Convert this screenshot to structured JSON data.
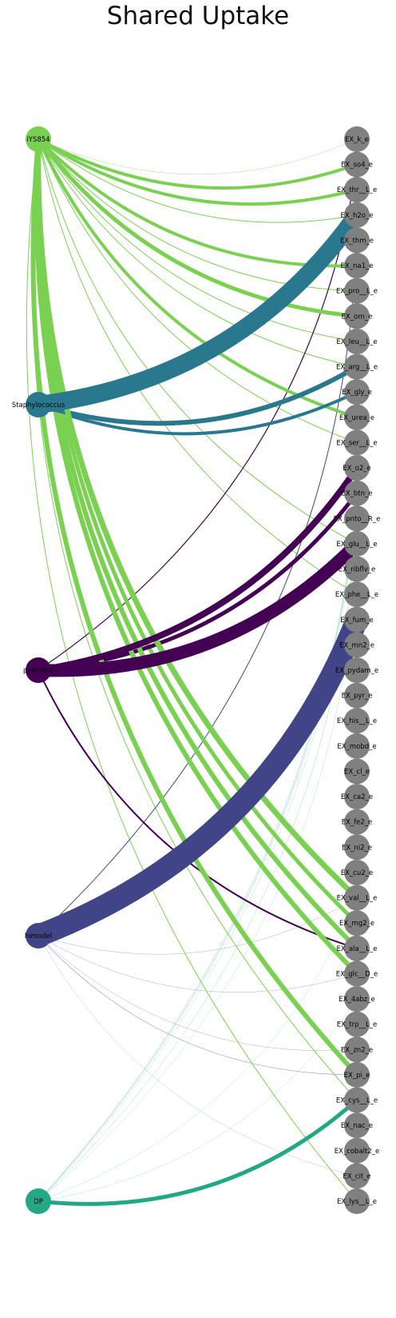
{
  "title": "Shared Uptake",
  "sources": [
    {
      "id": "iYS854",
      "label": "iYS854",
      "color": "#7ad151"
    },
    {
      "id": "Staphylococcus",
      "label": "Staphylococcus",
      "color": "#2a788e"
    },
    {
      "id": "Pyruvate",
      "label": "pyruvate",
      "color": "#440154"
    },
    {
      "id": "himodel",
      "label": "himodel",
      "color": "#414487"
    },
    {
      "id": "DP",
      "label": "DP",
      "color": "#22a884"
    }
  ],
  "targets": [
    "EX_k_e",
    "EX_so4_e",
    "EX_thr__L_e",
    "EX_h2o_e",
    "EX_thm_e",
    "EX_na1_e",
    "EX_pro__L_e",
    "EX_orn_e",
    "EX_leu__L_e",
    "EX_arg__L_e",
    "EX_gly_e",
    "EX_urea_e",
    "EX_ser__L_e",
    "EX_o2_e",
    "EX_btn_e",
    "EX_pnto__R_e",
    "EX_glu__L_e",
    "EX_ribflv_e",
    "EX_phe__L_e",
    "EX_fum_e",
    "EX_mn2_e",
    "EX_pydam_e",
    "EX_pyr_e",
    "EX_his__L_e",
    "EX_mobd_e",
    "EX_cl_e",
    "EX_ca2_e",
    "EX_fe2_e",
    "EX_ni2_e",
    "EX_cu2_e",
    "EX_val__L_e",
    "EX_mg2_e",
    "EX_ala__L_e",
    "EX_glc__D_e",
    "EX_4abz_e",
    "EX_trp__L_e",
    "EX_zn2_e",
    "EX_pi_e",
    "EX_cys__L_e",
    "EX_nac_e",
    "EX_cobalt2_e",
    "EX_cit_e",
    "EX_lys__L_e"
  ],
  "target_color": "#808080",
  "edges": [
    {
      "source": "iYS854",
      "target": "EX_k_e",
      "weight": 0.6
    },
    {
      "source": "iYS854",
      "target": "EX_so4_e",
      "weight": 4
    },
    {
      "source": "iYS854",
      "target": "EX_thr__L_e",
      "weight": 4
    },
    {
      "source": "iYS854",
      "target": "EX_h2o_e",
      "weight": 1
    },
    {
      "source": "iYS854",
      "target": "EX_na1_e",
      "weight": 4
    },
    {
      "source": "iYS854",
      "target": "EX_pro__L_e",
      "weight": 1
    },
    {
      "source": "iYS854",
      "target": "EX_orn_e",
      "weight": 5
    },
    {
      "source": "iYS854",
      "target": "EX_leu__L_e",
      "weight": 1
    },
    {
      "source": "iYS854",
      "target": "EX_arg__L_e",
      "weight": 1
    },
    {
      "source": "iYS854",
      "target": "EX_urea_e",
      "weight": 4
    },
    {
      "source": "iYS854",
      "target": "EX_ser__L_e",
      "weight": 1
    },
    {
      "source": "iYS854",
      "target": "EX_glu__L_e",
      "weight": 1
    },
    {
      "source": "iYS854",
      "target": "EX_phe__L_e",
      "weight": 1
    },
    {
      "source": "iYS854",
      "target": "EX_val__L_e",
      "weight": 7
    },
    {
      "source": "iYS854",
      "target": "EX_mg2_e",
      "weight": 5
    },
    {
      "source": "iYS854",
      "target": "EX_ala__L_e",
      "weight": 6
    },
    {
      "source": "iYS854",
      "target": "EX_glc__D_e",
      "weight": 6
    },
    {
      "source": "iYS854",
      "target": "EX_pi_e",
      "weight": 6
    },
    {
      "source": "iYS854",
      "target": "EX_cys__L_e",
      "weight": 1
    },
    {
      "source": "iYS854",
      "target": "EX_lys__L_e",
      "weight": 1
    },
    {
      "source": "Staphylococcus",
      "target": "EX_h2o_e",
      "weight": 22
    },
    {
      "source": "Staphylococcus",
      "target": "EX_arg__L_e",
      "weight": 6
    },
    {
      "source": "Staphylococcus",
      "target": "EX_gly_e",
      "weight": 4
    },
    {
      "source": "Pyruvate",
      "target": "EX_o2_e",
      "weight": 8
    },
    {
      "source": "Pyruvate",
      "target": "EX_btn_e",
      "weight": 5
    },
    {
      "source": "Pyruvate",
      "target": "EX_glu__L_e",
      "weight": 16
    },
    {
      "source": "Pyruvate",
      "target": "EX_so4_e",
      "weight": 1.2
    },
    {
      "source": "Pyruvate",
      "target": "EX_ala__L_e",
      "weight": 2
    },
    {
      "source": "himodel",
      "target": "EX_fum_e",
      "weight": 28
    },
    {
      "source": "himodel",
      "target": "EX_thr__L_e",
      "weight": 1
    },
    {
      "source": "himodel",
      "target": "EX_val__L_e",
      "weight": 0.4
    },
    {
      "source": "himodel",
      "target": "EX_glc__D_e",
      "weight": 0.4
    },
    {
      "source": "himodel",
      "target": "EX_zn2_e",
      "weight": 0.4
    },
    {
      "source": "himodel",
      "target": "EX_pi_e",
      "weight": 0.6
    },
    {
      "source": "himodel",
      "target": "EX_cit_e",
      "weight": 0.3
    },
    {
      "source": "DP",
      "target": "EX_cys__L_e",
      "weight": 5
    },
    {
      "source": "DP",
      "target": "EX_na1_e",
      "weight": 0.5
    },
    {
      "source": "DP",
      "target": "EX_thm_e",
      "weight": 0.5
    },
    {
      "source": "DP",
      "target": "EX_ser__L_e",
      "weight": 0.4
    },
    {
      "source": "DP",
      "target": "EX_orn_e",
      "weight": 0.3
    },
    {
      "source": "DP",
      "target": "EX_glu__L_e",
      "weight": 0.3
    },
    {
      "source": "DP",
      "target": "EX_4abz_e",
      "weight": 0.3
    },
    {
      "source": "DP",
      "target": "EX_val__L_e",
      "weight": 0.3
    }
  ]
}
